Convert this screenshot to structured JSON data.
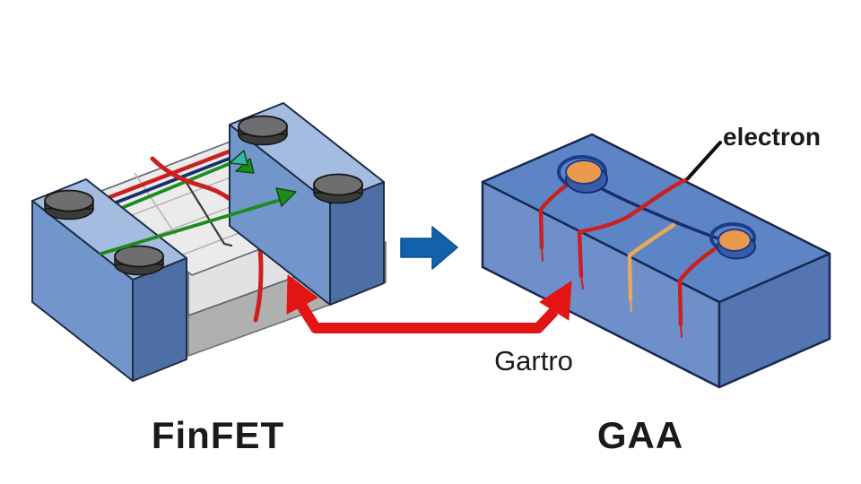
{
  "labels": {
    "left_structure": "FinFET",
    "right_structure": "GAA",
    "bottom_annotation": "Gartro",
    "electron_annotation": "electron"
  },
  "colors": {
    "background": "#ffffff",
    "text": "#1a1a1a",
    "block_top": "#a4bce0",
    "block_front": "#7296cb",
    "block_side": "#4e6ea6",
    "block_outline": "#1d2c47",
    "contact_cap_top": "#6e6e6e",
    "contact_cap_side": "#3b3b3b",
    "fin_top": "#ebebeb",
    "fin_front": "#e2e2e2",
    "substrate": "#b0b0b0",
    "gaa_top": "#5d85c6",
    "gaa_front": "#6e8fc9",
    "gaa_side": "#5474b2",
    "gaa_outline": "#16294e",
    "electron_dot": "#eb9a4d",
    "electron_well": "#3a5ca8",
    "channel_red": "#cc2020",
    "channel_navy": "#16306e",
    "channel_green": "#1f8b1f",
    "channel_orange": "#e8a855",
    "arrow_teal": "#35b5ac",
    "transition_arrow_blue": "#1261ad",
    "callout_arrow_red": "#e21414",
    "pointer_black": "#111111"
  }
}
